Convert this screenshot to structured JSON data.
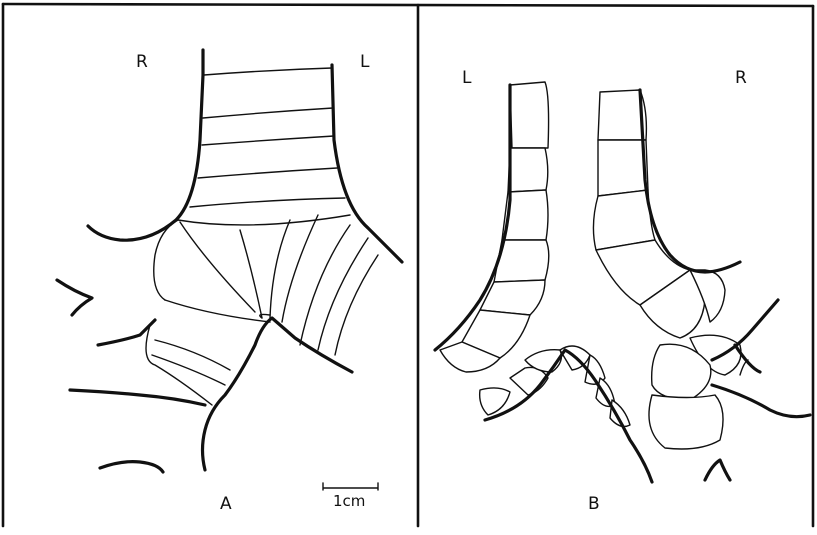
{
  "figure": {
    "panel_a": {
      "letter": "A",
      "right_label": "R",
      "left_label": "L",
      "scale_label": "1cm"
    },
    "panel_b": {
      "letter": "B",
      "left_label": "L",
      "right_label": "R"
    },
    "colors": {
      "ink": "#111111",
      "background": "#ffffff"
    }
  }
}
